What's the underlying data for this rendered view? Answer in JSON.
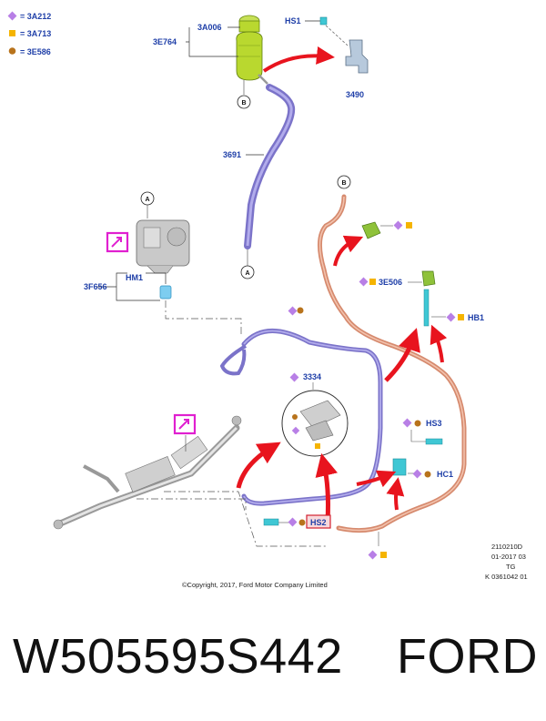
{
  "legend": [
    {
      "label": "= 3A212",
      "color": "#b87fe6",
      "shape": "diamond"
    },
    {
      "label": "= 3A713",
      "color": "#f5b400",
      "shape": "square"
    },
    {
      "label": "= 3E586",
      "color": "#b8731c",
      "shape": "circle"
    }
  ],
  "callouts": {
    "a3A006": "3A006",
    "e3E764": "3E764",
    "hs1": "HS1",
    "p3490": "3490",
    "p3691": "3691",
    "b_top": "B",
    "a_mid": "A",
    "a_upper": "A",
    "b_right": "B",
    "hm1": "HM1",
    "f3F656": "3F656",
    "e3E506": "3E506",
    "hb1": "HB1",
    "p3334": "3334",
    "hs3": "HS3",
    "hc1": "HC1",
    "hs2": "HS2"
  },
  "ref_block": [
    "2110210D",
    "01-2017 03",
    "TG",
    "K 0361042 01"
  ],
  "copyright": "©Copyright, 2017, Ford Motor Company Limited",
  "title": {
    "part_number": "W505595S442",
    "brand": "FORD"
  },
  "colors": {
    "label_blue": "#1f3fa8",
    "arrow_red": "#e8141e",
    "hose_purple": "#7b73c9",
    "hose_copper": "#d68a6e",
    "magenta": "#e020d0",
    "reservoir_green": "#b9d82f"
  }
}
